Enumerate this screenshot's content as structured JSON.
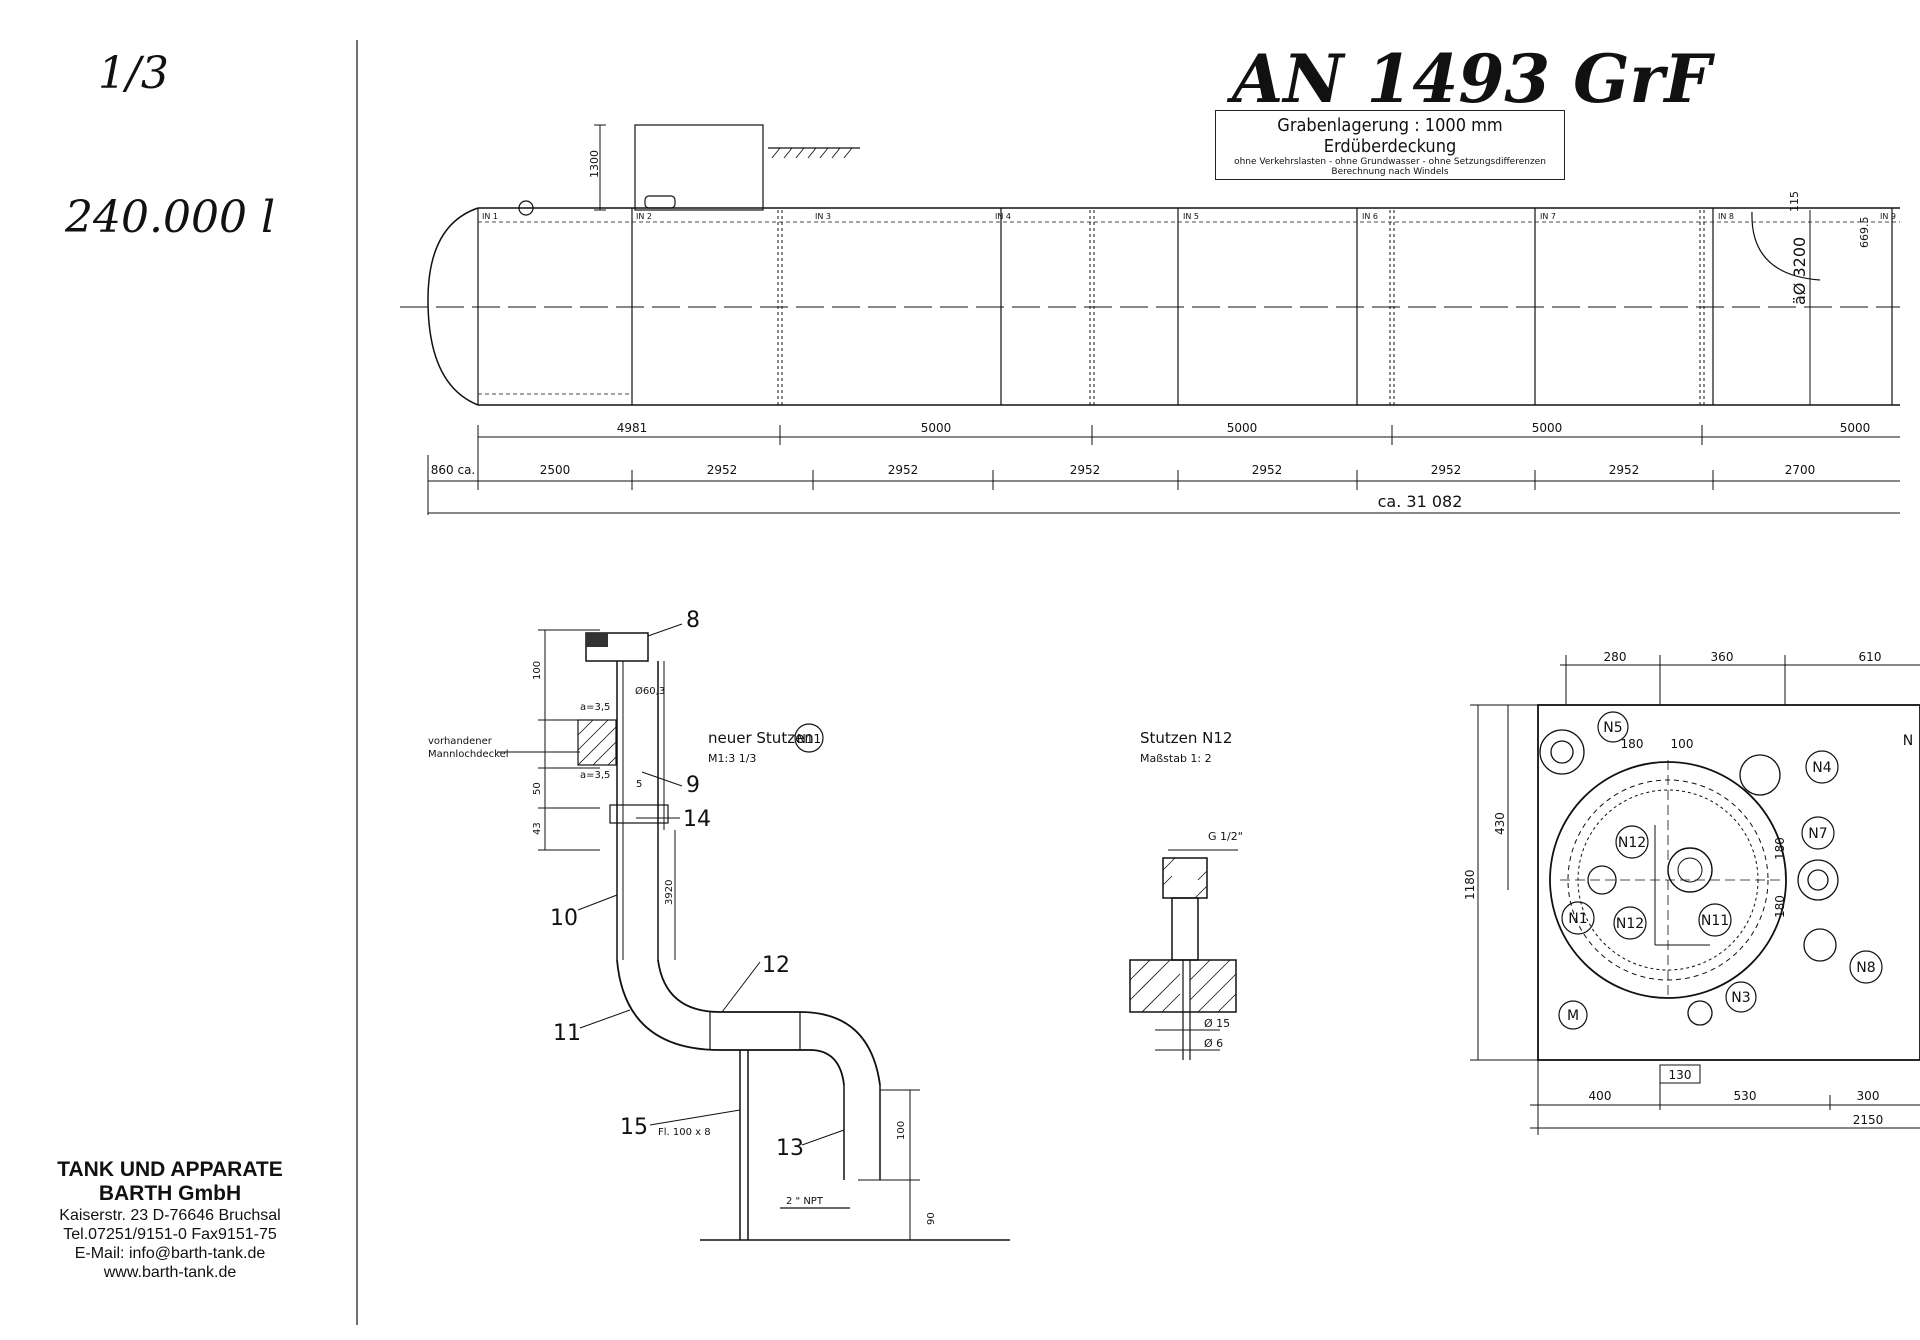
{
  "handwritten": {
    "page": "1/3",
    "volume": "240.000 l",
    "order": "AN 1493 GrF"
  },
  "note": {
    "title": "Grabenlagerung : 1000 mm Erdüberdeckung",
    "line2": "ohne Verkehrslasten - ohne Grundwasser - ohne Setzungsdifferenzen",
    "line3": "Berechnung nach Windels"
  },
  "tank": {
    "cover": "1300",
    "diameter": "äØ 3200",
    "nozzle_top": "115",
    "nozzle_h": "669.5",
    "segments": [
      "4981",
      "5000",
      "5000",
      "5000",
      "5000"
    ],
    "rings": [
      "860 ca.",
      "2500",
      "2952",
      "2952",
      "2952",
      "2952",
      "2952",
      "2952",
      "2700"
    ],
    "total": "ca. 31 082",
    "labels": [
      "IN 1",
      "IN 2",
      "IN 3",
      "IN 4",
      "IN 5",
      "IN 6",
      "IN 7",
      "IN 8",
      "IN 9"
    ]
  },
  "detail_n11": {
    "title": "neuer Stutzen",
    "badge": "N11",
    "scale": "M1:3 1/3",
    "existing": "vorhandener",
    "existing2": "Mannlochdeckel",
    "dim_100": "100",
    "dim_a1": "a=3,5",
    "dim_a2": "a=3,5",
    "dim_50": "50",
    "dim_43": "43",
    "dim_dia": "Ø60,3",
    "dim_5": "5",
    "dim_3920": "3920",
    "dim_100b": "100",
    "dim_90": "90",
    "flat": "Fl. 100 x 8",
    "npt": "2 \" NPT",
    "parts": [
      "8",
      "9",
      "14",
      "10",
      "11",
      "12",
      "15",
      "13"
    ]
  },
  "detail_n12": {
    "title": "Stutzen N12",
    "scale": "Maßstab 1: 2",
    "thread": "G 1/2\"",
    "d15": "Ø 15",
    "d6": "Ø 6"
  },
  "plan": {
    "top_dims": [
      "280",
      "360",
      "610"
    ],
    "inner_dims": [
      "180",
      "100"
    ],
    "left_dims": [
      "1180",
      "430"
    ],
    "v_dims": [
      "180",
      "180"
    ],
    "bottom_dims": [
      "400",
      "530",
      "300"
    ],
    "small_dim": "130",
    "overall": "2150",
    "nozzles": [
      "N5",
      "N4",
      "N12",
      "N7",
      "N1",
      "N12",
      "N11",
      "N8",
      "N3",
      "M",
      "N"
    ]
  },
  "company": {
    "name1": "TANK UND APPARATE",
    "name2": "BARTH GmbH",
    "address": "Kaiserstr. 23  D-76646 Bruchsal",
    "phone": "Tel.07251/9151-0 Fax9151-75",
    "email": "E-Mail: info@barth-tank.de",
    "web": "www.barth-tank.de"
  }
}
